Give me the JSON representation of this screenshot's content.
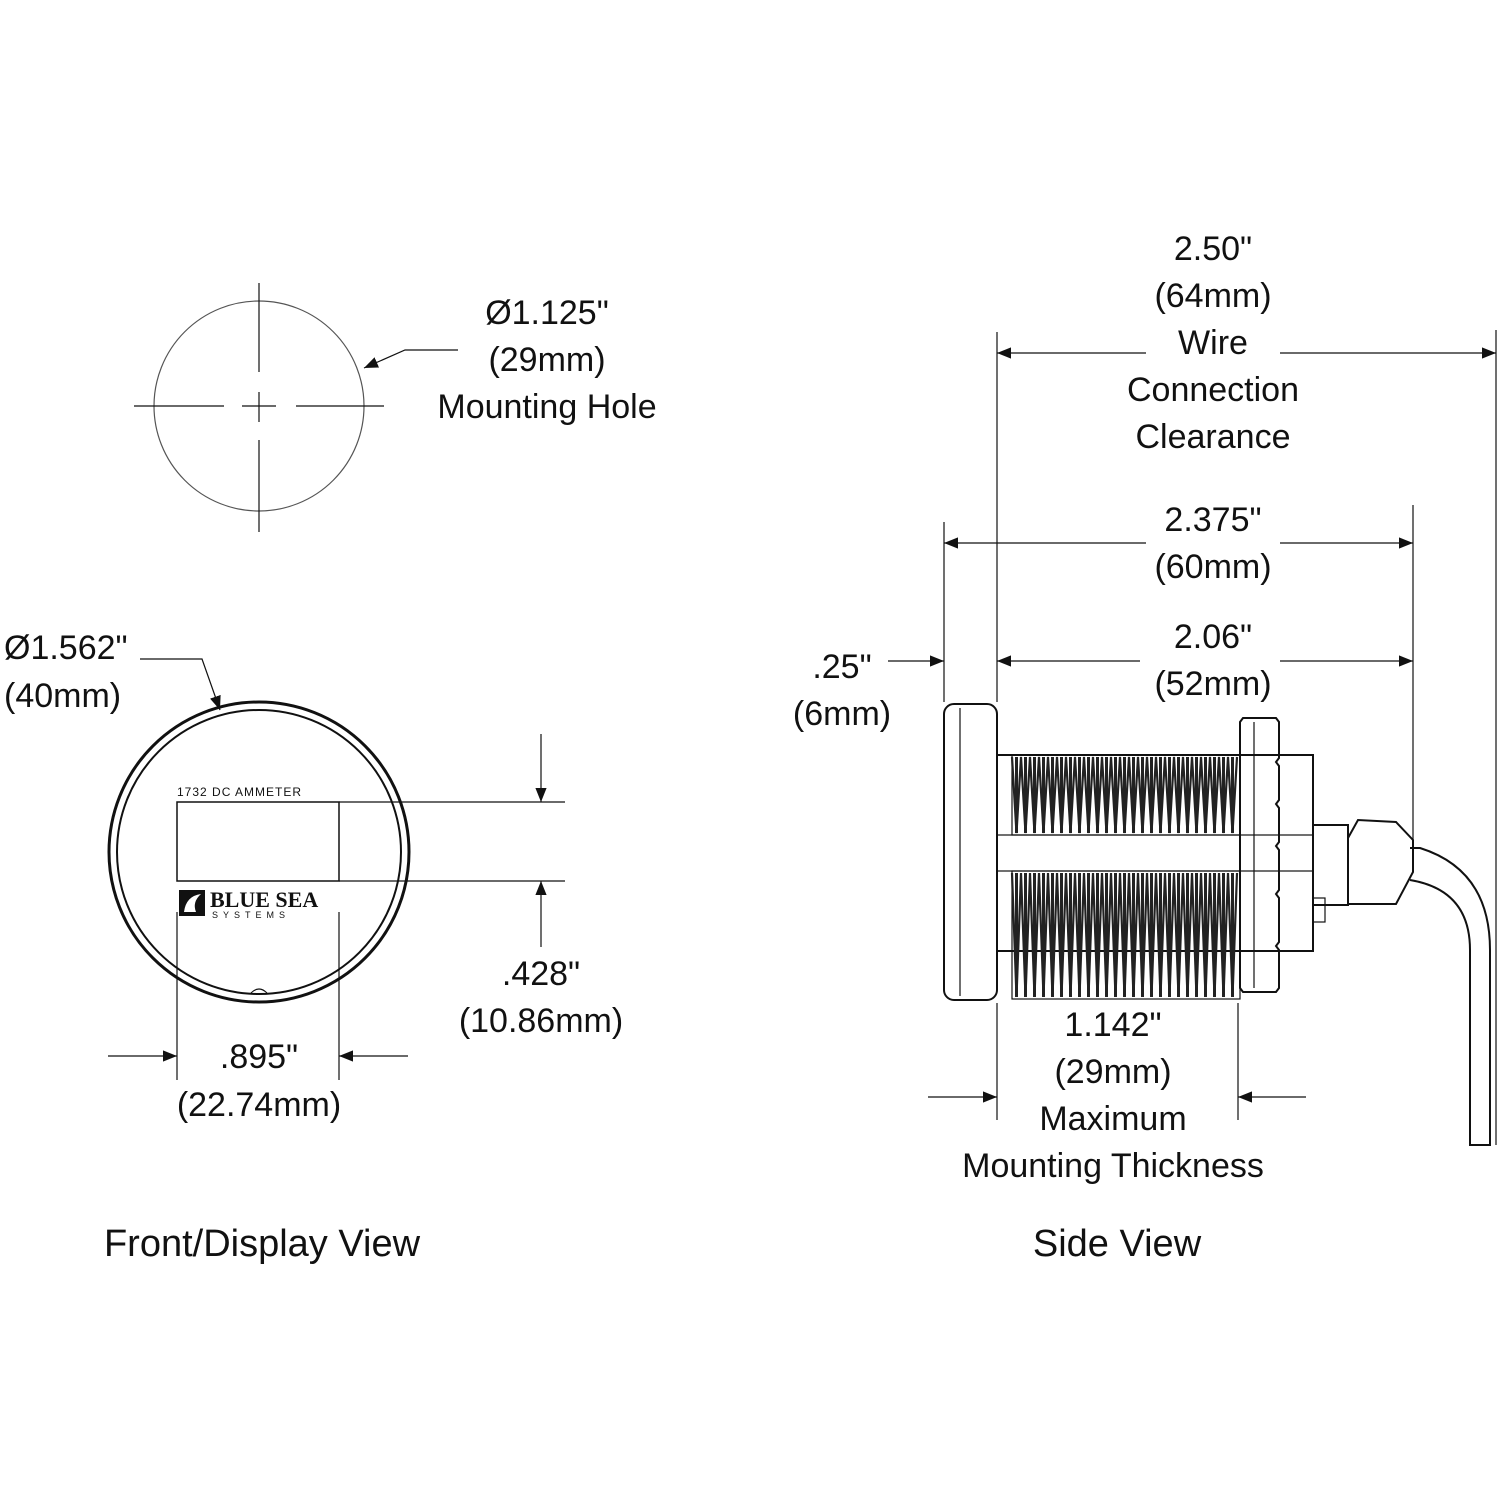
{
  "mounting_hole": {
    "diameter_in": "Ø1.125\"",
    "diameter_mm": "(29mm)",
    "label": "Mounting Hole"
  },
  "front_view": {
    "diameter_in": "Ø1.562\"",
    "diameter_mm": "(40mm)",
    "display_label": "1732 DC AMMETER",
    "brand_line1": "BLUE SEA",
    "brand_line2": "SYSTEMS",
    "height_in": ".428\"",
    "height_mm": "(10.86mm)",
    "width_in": ".895\"",
    "width_mm": "(22.74mm)",
    "title": "Front/Display View"
  },
  "side_view": {
    "clearance_in": "2.50\"",
    "clearance_mm": "(64mm)",
    "clearance_line1": "Wire",
    "clearance_line2": "Connection",
    "clearance_line3": "Clearance",
    "overall_in": "2.375\"",
    "overall_mm": "(60mm)",
    "body_in": "2.06\"",
    "body_mm": "(52mm)",
    "bezel_in": ".25\"",
    "bezel_mm": "(6mm)",
    "thickness_in": "1.142\"",
    "thickness_mm": "(29mm)",
    "thickness_line1": "Maximum",
    "thickness_line2": "Mounting Thickness",
    "title": "Side View"
  }
}
